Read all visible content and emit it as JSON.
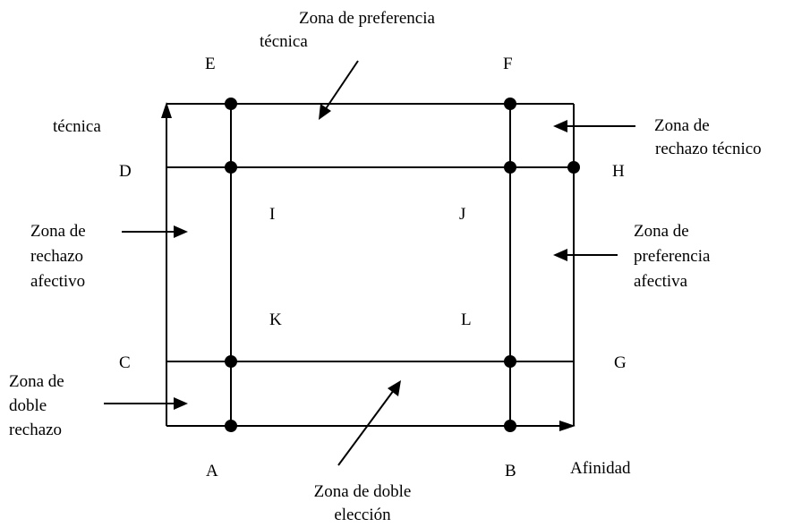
{
  "points": {
    "A": "A",
    "B": "B",
    "C": "C",
    "D": "D",
    "E": "E",
    "F": "F",
    "G": "G",
    "H": "H",
    "I": "I",
    "J": "J",
    "K": "K",
    "L": "L"
  },
  "axes": {
    "y_label": "técnica",
    "x_label": "Afinidad"
  },
  "zones": {
    "preferencia_tecnica": [
      "Zona de preferencia",
      "técnica"
    ],
    "rechazo_tecnico": [
      "Zona de",
      "rechazo técnico"
    ],
    "rechazo_afectivo": [
      "Zona de",
      "rechazo",
      "afectivo"
    ],
    "preferencia_afectiva": [
      "Zona de",
      "preferencia",
      "afectiva"
    ],
    "doble_rechazo": [
      "Zona de",
      "doble",
      "rechazo"
    ],
    "doble_eleccion": [
      "Zona de doble",
      "elección"
    ]
  }
}
